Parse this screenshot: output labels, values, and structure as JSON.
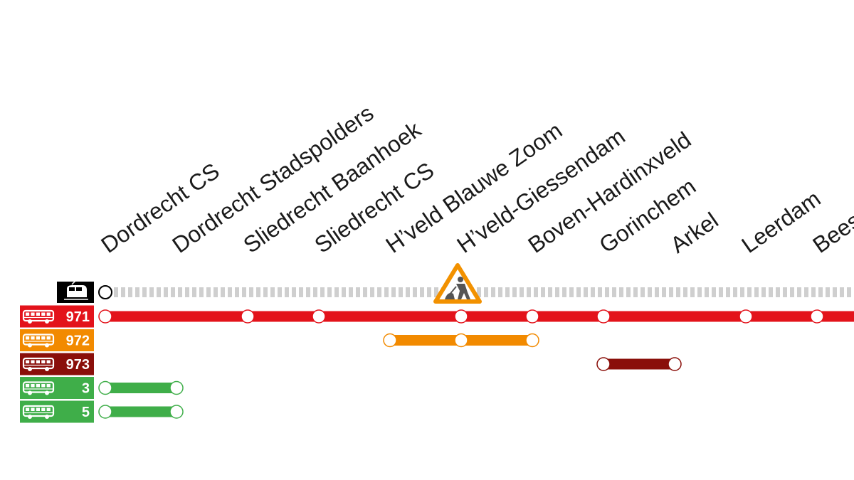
{
  "colors": {
    "background": "#ffffff",
    "train": "#000000",
    "track_dash": "#cfcfcf",
    "route_971": "#e3131b",
    "route_972": "#f28a00",
    "route_973": "#8a0f0a",
    "route_3": "#3fae49",
    "route_5": "#3fae49",
    "warning_border": "#f29100"
  },
  "stops": [
    "Dordrecht CS",
    "Dordrecht Stadspolders",
    "Sliedrecht Baanhoek",
    "Sliedrecht CS",
    "H’veld Blauwe Zoom",
    "H’veld-Giessendam",
    "Boven-Hardinxveld",
    "Gorinchem",
    "Arkel",
    "Leerdam",
    "Beesd"
  ],
  "train_line": {
    "icon": "train-icon",
    "served_stops": [
      0
    ],
    "roadworks_icon": "roadworks-warning-icon",
    "roadworks_at_stop": 4.95
  },
  "routes": [
    {
      "id": "971",
      "label": "971",
      "icon": "bus-icon",
      "color_key": "route_971",
      "from": 0,
      "to": 11,
      "stops": [
        0,
        2,
        3,
        5,
        6,
        7,
        9,
        10
      ]
    },
    {
      "id": "972",
      "label": "972",
      "icon": "bus-icon",
      "color_key": "route_972",
      "from": 4,
      "to": 6,
      "stops": [
        4,
        5,
        6
      ]
    },
    {
      "id": "973",
      "label": "973",
      "icon": "bus-icon",
      "color_key": "route_973",
      "from": 7,
      "to": 8,
      "stops": [
        7,
        8
      ]
    },
    {
      "id": "3",
      "label": "3",
      "icon": "bus-icon",
      "color_key": "route_3",
      "from": 0,
      "to": 1,
      "stops": [
        0,
        1
      ]
    },
    {
      "id": "5",
      "label": "5",
      "icon": "bus-icon",
      "color_key": "route_5",
      "from": 0,
      "to": 1,
      "stops": [
        0,
        1
      ]
    }
  ]
}
